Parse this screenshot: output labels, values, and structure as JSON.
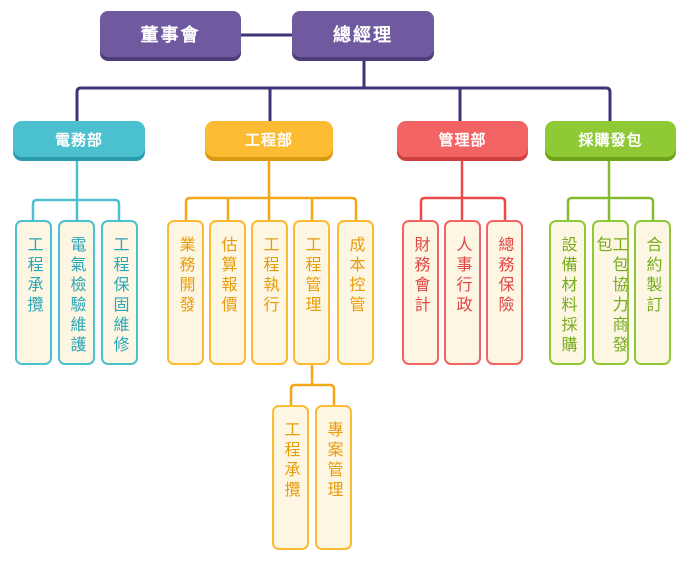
{
  "top": {
    "board": "董事會",
    "gm": "總經理"
  },
  "departments": [
    {
      "name": "電務部",
      "color": "#4bc0cf",
      "shadow": "#2b9cab",
      "leaves": [
        "工程承攬",
        "電氣檢驗維護",
        "工程保固維修"
      ]
    },
    {
      "name": "工程部",
      "color": "#fbbb33",
      "shadow": "#d99a12",
      "leaves": [
        "業務開發",
        "估算報價",
        "工程執行",
        "工程管理",
        "成本控管"
      ],
      "sub_leaves": [
        "工程承攬",
        "專案管理"
      ]
    },
    {
      "name": "管理部",
      "color": "#f26464",
      "shadow": "#cf4141",
      "leaves": [
        "財務會計",
        "人事行政",
        "總務保險"
      ]
    },
    {
      "name": "採購發包",
      "color": "#90c936",
      "shadow": "#6ea418",
      "leaves": [
        "設備材料採購",
        "工包協力商發包",
        "合約製訂"
      ]
    }
  ],
  "colors": {
    "connector": "#3f3478",
    "leaf_fill": "#fdf6e2"
  }
}
